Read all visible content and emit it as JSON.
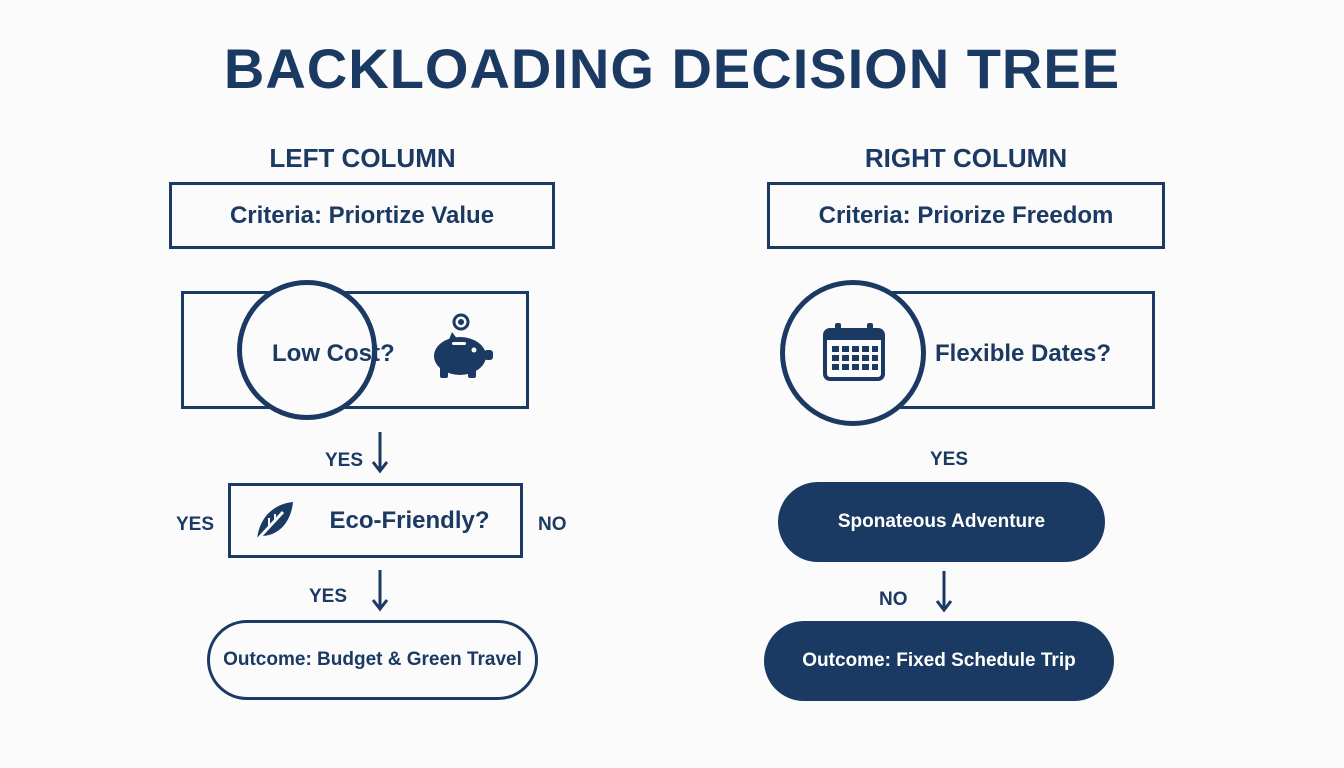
{
  "title": "BACKLOADING DECISION TREE",
  "colors": {
    "primary": "#1b3a63",
    "background": "#fbfbfb"
  },
  "left": {
    "heading": "LEFT COLUMN",
    "criteria": "Criteria: Priortize Value",
    "q1": {
      "text": "Low Cost?",
      "icon": "piggy-bank-icon"
    },
    "q1_yes": "YES",
    "q2": {
      "text": "Eco-Friendly?",
      "icon": "leaf-icon"
    },
    "q2_yes_side": "YES",
    "q2_no_side": "NO",
    "q2_yes": "YES",
    "outcome": "Outcome: Budget & Green Travel"
  },
  "right": {
    "heading": "RIGHT COLUMN",
    "criteria": "Criteria: Priorize Freedom",
    "q1": {
      "text": "Flexible Dates?",
      "icon": "calendar-icon"
    },
    "q1_yes": "YES",
    "node": "Sponateous Adventure",
    "node_no": "NO",
    "outcome": "Outcome: Fixed Schedule Trip"
  }
}
